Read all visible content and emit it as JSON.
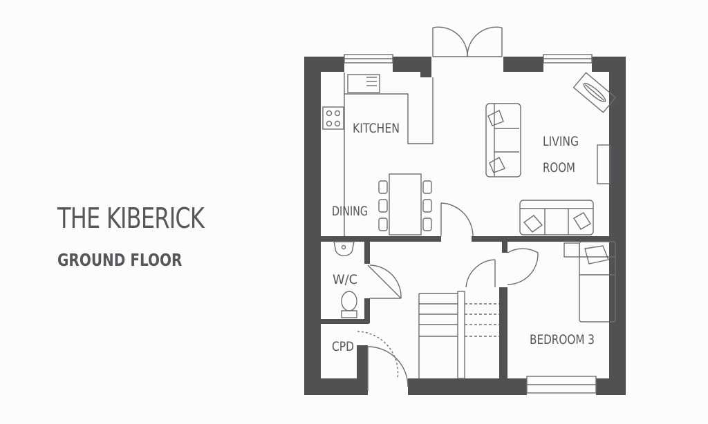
{
  "header": {
    "title": "THE KIBERICK",
    "subtitle": "GROUND FLOOR"
  },
  "rooms": {
    "kitchen": "KITCHEN",
    "living_1": "LIVING",
    "living_2": "ROOM",
    "dining": "DINING",
    "wc": "W/C",
    "cpd": "CPD",
    "bedroom": "BEDROOM 3"
  },
  "colors": {
    "wall": "#505153",
    "line": "#6d6e71",
    "text": "#55575a",
    "background": "#fdfbfb"
  }
}
